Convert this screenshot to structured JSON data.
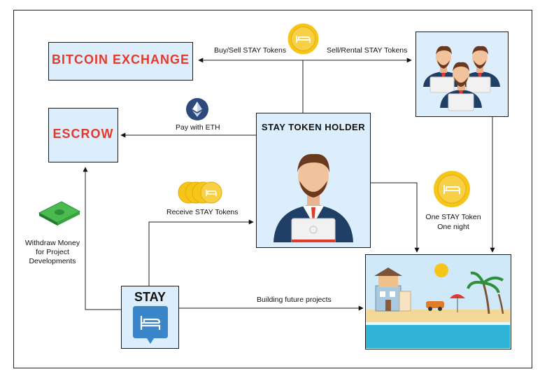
{
  "boxes": {
    "bitcoin_exchange": "BITCOIN EXCHANGE",
    "escrow": "ESCROW",
    "holder": "STAY TOKEN HOLDER",
    "stay": "STAY"
  },
  "edges": {
    "buy_sell": "Buy/Sell STAY Tokens",
    "sell_rental": "Sell/Rental STAY Tokens",
    "pay_eth": "Pay with ETH",
    "receive": "Receive  STAY Tokens",
    "building": "Building future projects",
    "one_token_line1": "One STAY Token",
    "one_token_line2": "One night",
    "withdraw_line1": "Withdraw Money",
    "withdraw_line2": "for Project",
    "withdraw_line3": "Developments"
  },
  "colors": {
    "box_fill": "#dceefb",
    "accent_red": "#e23b2e",
    "token_gold": "#f5c518",
    "stay_blue": "#3a86c8",
    "suit_navy": "#1f3f66"
  },
  "icons": [
    "token-coin-icon",
    "ethereum-icon",
    "money-stack-icon",
    "bed-icon",
    "investors-illustration",
    "holder-illustration",
    "beach-illustration"
  ]
}
